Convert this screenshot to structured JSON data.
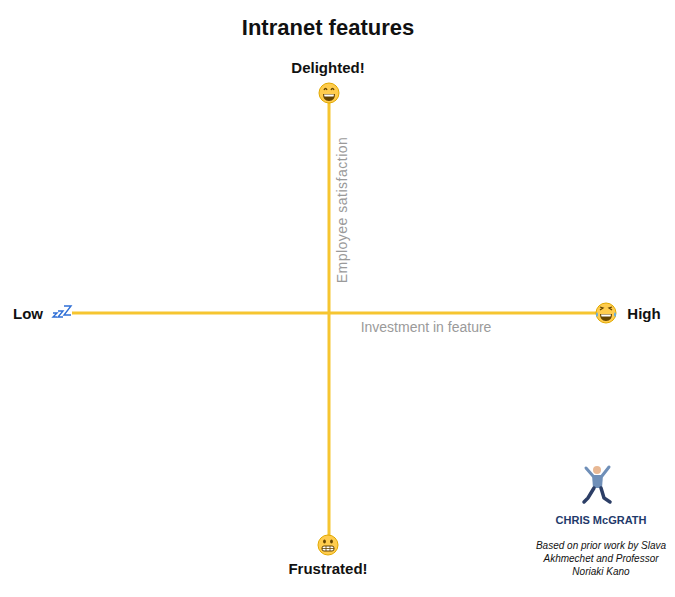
{
  "diagram": {
    "title": "Intranet features",
    "labels": [
      "Delighted!",
      "Employee satisfaction",
      "Low",
      "Investment in feature",
      "High",
      "Frustrated!",
      "CHRIS McGRATH",
      "Based on prior work by Slava Akhmechet and Professor Noriaki Kano"
    ]
  }
}
